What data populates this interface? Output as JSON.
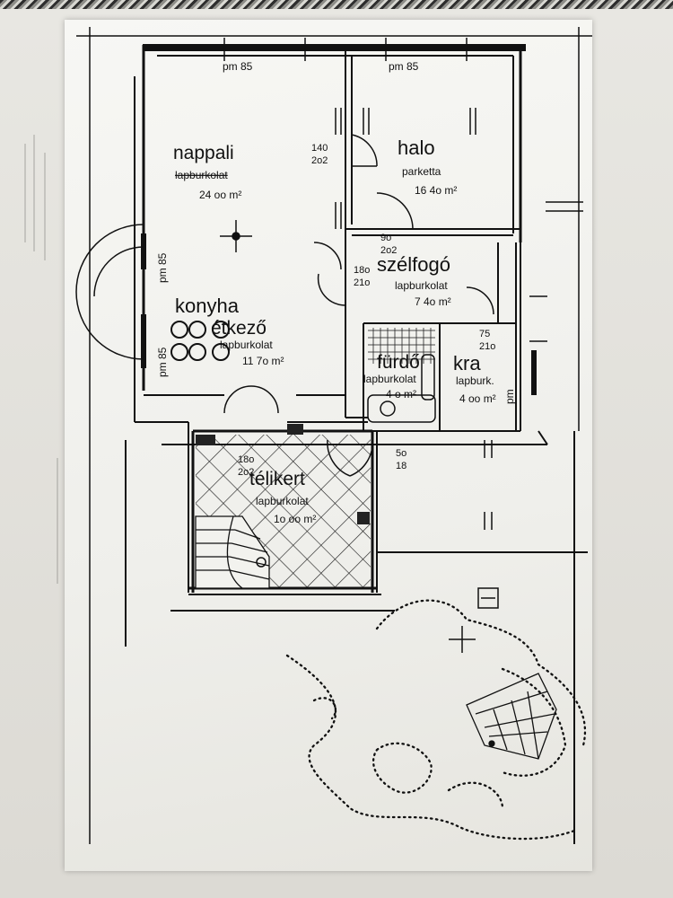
{
  "plan": {
    "top_dims": [
      "pm 85",
      "pm 85"
    ],
    "side_dims": [
      "pm 85",
      "pm 85"
    ],
    "door_dims": [
      "140\n2o2",
      "9o\n2o2",
      "18o\n21o",
      "75\n21o",
      "18o\n2o2",
      "5o\n18"
    ],
    "rooms": {
      "nappali": {
        "name": "nappali",
        "floor": "lapburkolat",
        "area": "24 oo m²"
      },
      "halo": {
        "name": "halo",
        "floor": "parketta",
        "area": "16 4o m²"
      },
      "szelfogo": {
        "name": "szélfogó",
        "floor": "lapburkolat",
        "area": "7 4o m²"
      },
      "konyha": {
        "name": "konyha",
        "subname": "étkező",
        "floor": "lapburkolat",
        "area": "11 7o m²"
      },
      "furdo": {
        "name": "fürdő",
        "floor": "lapburkolat",
        "area": "4 o m²"
      },
      "kra": {
        "name": "kra",
        "floor": "lapburk.",
        "area": "4 oo m²"
      },
      "telikert": {
        "name": "télikert",
        "floor": "lapburkolat",
        "area": "1o oo m²"
      }
    },
    "side_note": "pm"
  }
}
